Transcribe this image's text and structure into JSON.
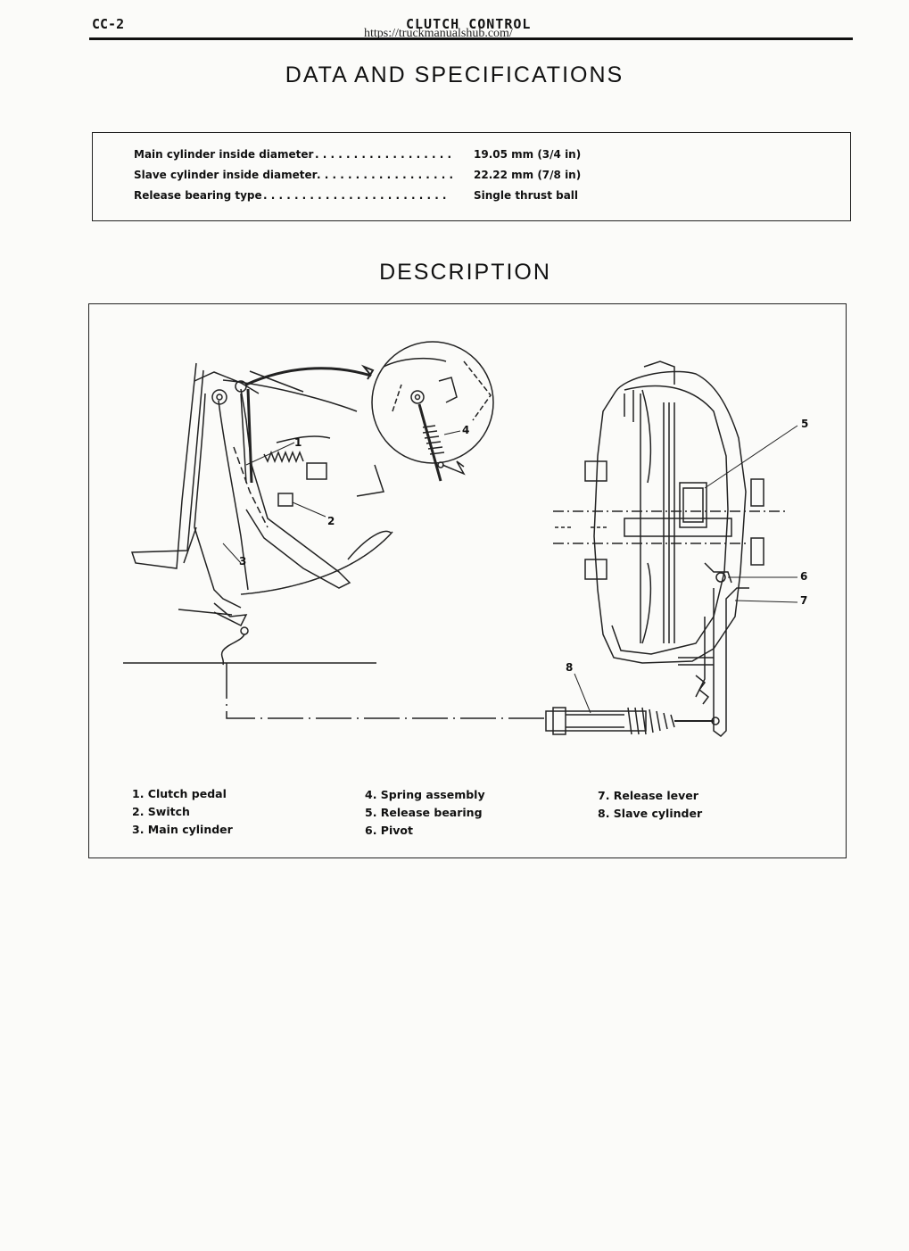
{
  "header": {
    "page_code": "CC-2",
    "section_title": "CLUTCH CONTROL",
    "url": "https://truckmanualshub.com/"
  },
  "specs": {
    "heading": "DATA AND SPECIFICATIONS",
    "rows": [
      {
        "label": "Main cylinder inside diameter",
        "value": "19.05 mm (3/4 in)"
      },
      {
        "label": "Slave cylinder inside diameter",
        "value": "22.22 mm (7/8 in)"
      },
      {
        "label": "Release bearing type",
        "value": "Single thrust ball"
      }
    ]
  },
  "description": {
    "heading": "DESCRIPTION",
    "callouts": [
      "1",
      "2",
      "3",
      "4",
      "5",
      "6",
      "7",
      "8"
    ],
    "legend": [
      "1. Clutch pedal",
      "2. Switch",
      "3. Main cylinder",
      "4. Spring assembly",
      "5. Release bearing",
      "6. Pivot",
      "7. Release lever",
      "8. Slave cylinder"
    ]
  }
}
